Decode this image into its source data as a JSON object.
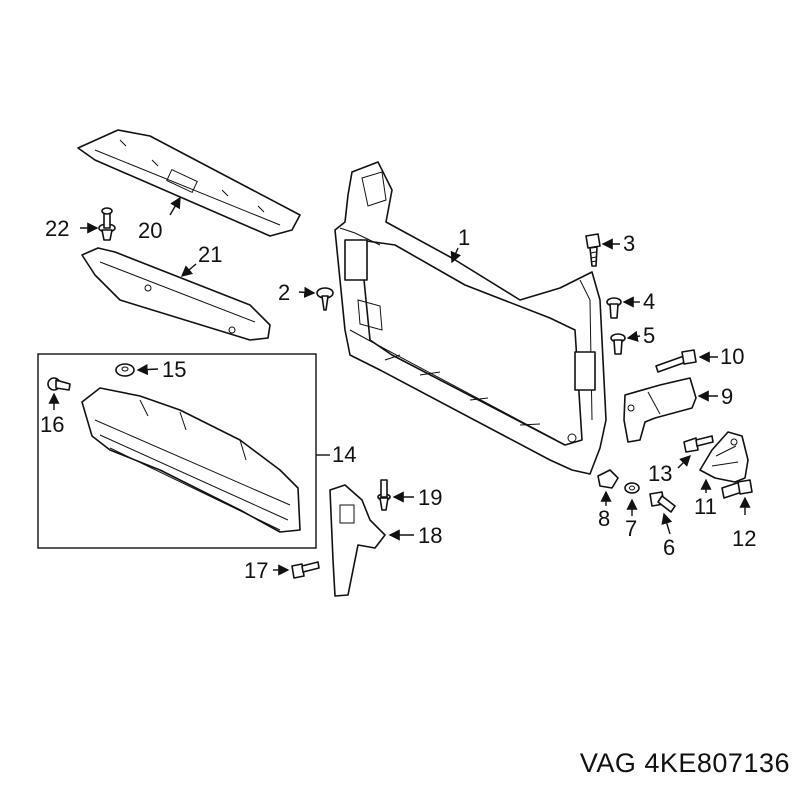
{
  "part_number": "VAG 4KE807136",
  "callouts": {
    "c1": "1",
    "c2": "2",
    "c3": "3",
    "c4": "4",
    "c5": "5",
    "c6": "6",
    "c7": "7",
    "c8": "8",
    "c9": "9",
    "c10": "10",
    "c11": "11",
    "c12": "12",
    "c13": "13",
    "c14": "14",
    "c15": "15",
    "c16": "16",
    "c17": "17",
    "c18": "18",
    "c19": "19",
    "c20": "20",
    "c21": "21",
    "c22": "22"
  }
}
